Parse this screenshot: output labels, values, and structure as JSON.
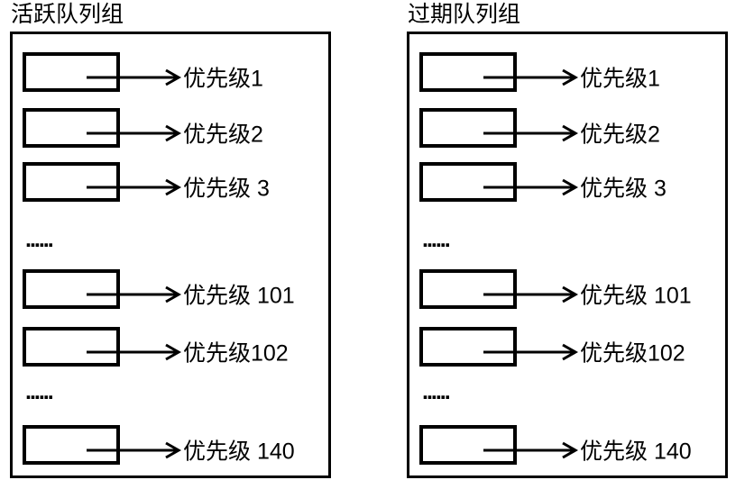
{
  "diagram": {
    "ellipsis": "......",
    "panels": [
      {
        "title": "活跃队列组",
        "rows": [
          "优先级1",
          "优先级2",
          "优先级 3",
          "优先级 101",
          "优先级102",
          "优先级 140"
        ]
      },
      {
        "title": "过期队列组",
        "rows": [
          "优先级1",
          "优先级2",
          "优先级 3",
          "优先级 101",
          "优先级102",
          "优先级 140"
        ]
      }
    ]
  },
  "colors": {
    "line": "#000000",
    "text": "#000000",
    "background": "#ffffff"
  }
}
